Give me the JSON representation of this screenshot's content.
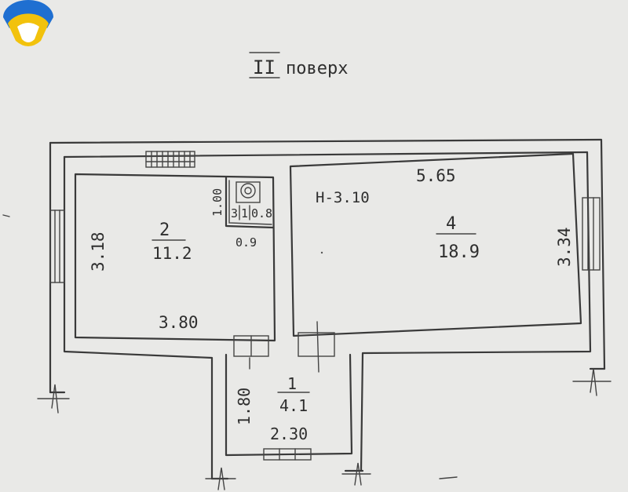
{
  "floor": {
    "roman": "II",
    "word": "поверх"
  },
  "rooms": [
    {
      "id": "room-2",
      "number": "2",
      "area": "11.2",
      "width": "3.80",
      "height": "3.18"
    },
    {
      "id": "room-4",
      "number": "4",
      "area": "18.9",
      "width": "5.65",
      "height": "3.34",
      "ceiling": "H-3.10"
    },
    {
      "id": "room-1",
      "number": "1",
      "area": "4.1",
      "width": "2.30",
      "height": "1.80"
    }
  ],
  "wc": {
    "height": "1.00",
    "width": "1",
    "depth": "0.8",
    "area": "0.9",
    "number": "3"
  },
  "colors": {
    "paper": "#e9e9e7",
    "ink": "#3a3a3a",
    "logo_blue": "#1f6fd1",
    "logo_yellow": "#f2c20c"
  }
}
